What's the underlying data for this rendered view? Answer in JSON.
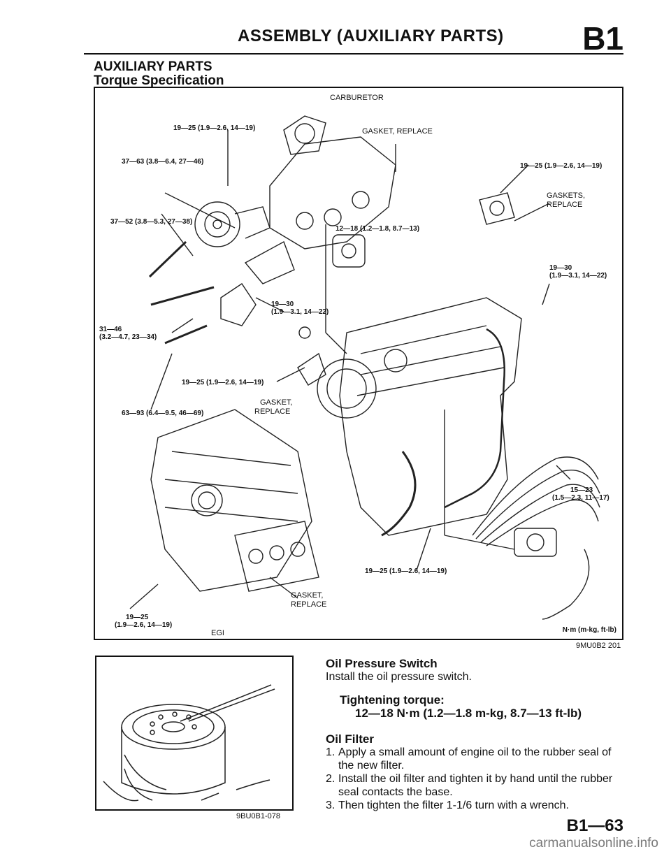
{
  "header": {
    "title": "ASSEMBLY (AUXILIARY PARTS)",
    "section_code": "B1"
  },
  "heading": {
    "line1": "AUXILIARY PARTS",
    "line2": "Torque Specification"
  },
  "main_figure": {
    "labels": {
      "carburetor": "CARBURETOR",
      "t_top_center": "19—25 (1.9—2.6, 14—19)",
      "gasket_replace_top": "GASKET, REPLACE",
      "t_37_63": "37—63 (3.8—6.4, 27—46)",
      "t_right_top": "19—25 (1.9—2.6, 14—19)",
      "gaskets_replace_right_1": "GASKETS,",
      "gaskets_replace_right_2": "REPLACE",
      "t_37_52": "37—52 (3.8—5.3, 27—38)",
      "t_12_18": "12—18 (1.2—1.8, 8.7—13)",
      "t_right_19_30_1": "19—30",
      "t_right_19_30_2": "(1.9—3.1, 14—22)",
      "t_center_19_30_1": "19—30",
      "t_center_19_30_2": "(1.9—3.1, 14—22)",
      "t_31_46_1": "31—46",
      "t_31_46_2": "(3.2—4.7, 23—34)",
      "t_mid_19_25": "19—25 (1.9—2.6, 14—19)",
      "gasket_mid_1": "GASKET,",
      "gasket_mid_2": "REPLACE",
      "t_63_93": "63—93 (6.4—9.5, 46—69)",
      "t_15_23_1": "15—23",
      "t_15_23_2": "(1.5—2.3, 11—17)",
      "t_bottom_center": "19—25 (1.9—2.6, 14—19)",
      "gasket_bottom_1": "GASKET,",
      "gasket_bottom_2": "REPLACE",
      "t_bottom_left_1": "19—25",
      "t_bottom_left_2": "(1.9—2.6, 14—19)",
      "egi": "EGI",
      "units": "N·m (m-kg, ft-lb)"
    },
    "figure_code": "9MU0B2 201"
  },
  "filter_figure": {
    "figure_code": "9BU0B1-078"
  },
  "text": {
    "oil_pressure_switch_heading": "Oil Pressure Switch",
    "oil_pressure_switch_body": "Install the oil pressure switch.",
    "tightening_torque_label": "Tightening torque:",
    "tightening_torque_value": "12—18 N·m (1.2—1.8 m-kg, 8.7—13 ft-lb)",
    "oil_filter_heading": "Oil Filter",
    "steps": [
      {
        "num": "1.",
        "text": "Apply a small amount of engine oil to the rubber seal of the new filter."
      },
      {
        "num": "2.",
        "text": "Install the oil filter and tighten it by hand until the rubber seal contacts the base."
      },
      {
        "num": "3.",
        "text": "Then tighten the filter 1-1/6 turn with a wrench."
      }
    ]
  },
  "footer": {
    "page_number": "B1—63",
    "watermark": "carmanualsonline.info"
  }
}
